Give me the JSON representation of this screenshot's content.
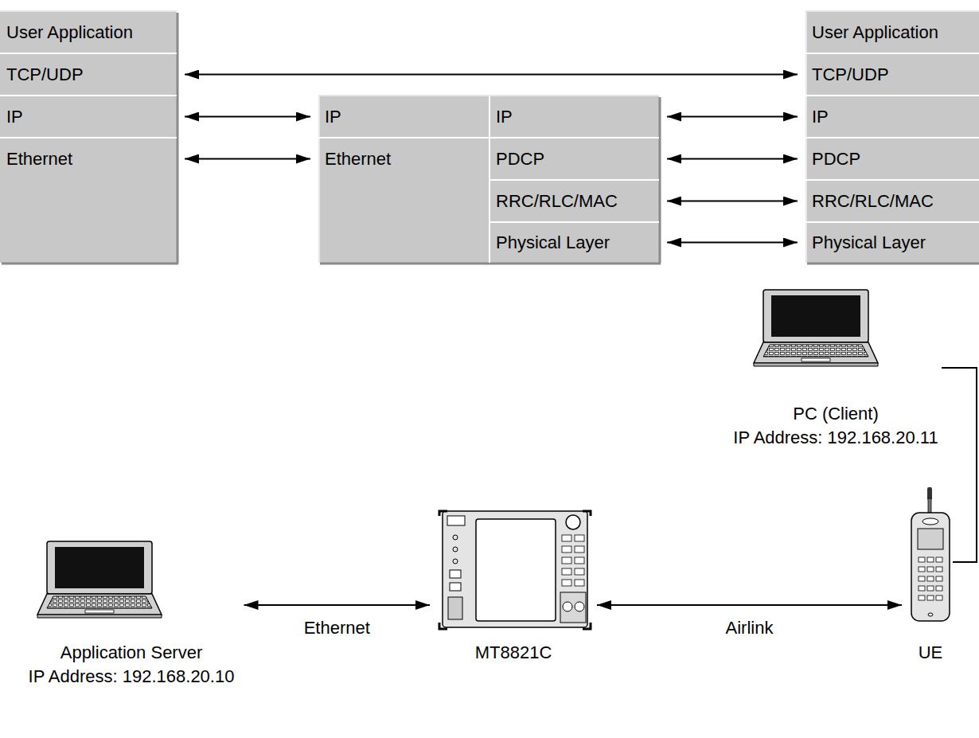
{
  "diagram": {
    "nodes": [
      {
        "text": [
          "User Application"
        ]
      },
      {
        "text": [
          "TCP/UDP"
        ]
      },
      {
        "text": [
          "IP"
        ]
      },
      {
        "text": [
          "Ethernet"
        ]
      },
      {
        "text": [
          "IP"
        ]
      },
      {
        "text": [
          "IP"
        ]
      },
      {
        "text": [
          "Ethernet"
        ]
      },
      {
        "text": [
          "PDCP"
        ]
      },
      {
        "text": [
          "RRC/RLC/MAC"
        ]
      },
      {
        "text": [
          "Physical Layer"
        ]
      },
      {
        "text": [
          "User Application"
        ]
      },
      {
        "text": [
          "TCP/UDP"
        ]
      },
      {
        "text": [
          "IP"
        ]
      },
      {
        "text": [
          "PDCP"
        ]
      },
      {
        "text": [
          "RRC/RLC/MAC"
        ]
      },
      {
        "text": [
          "Physical Layer"
        ]
      },
      {
        "text": [
          "PC (Client)",
          "IP Address: 192.168.20.11"
        ]
      },
      {
        "text": [
          "Application Server",
          "IP Address: 192.168.20.10"
        ]
      },
      {
        "text": [
          "MT8821C"
        ]
      },
      {
        "text": [
          "UE"
        ]
      }
    ],
    "edges": [
      {
        "from": 1,
        "to": 11,
        "arrow": "both"
      },
      {
        "from": 2,
        "to": 4,
        "arrow": "both"
      },
      {
        "from": 3,
        "to": 6,
        "arrow": "both"
      },
      {
        "from": 5,
        "to": 12,
        "arrow": "both"
      },
      {
        "from": 7,
        "to": 13,
        "arrow": "both"
      },
      {
        "from": 8,
        "to": 14,
        "arrow": "both"
      },
      {
        "from": 9,
        "to": 15,
        "arrow": "both"
      },
      {
        "from": 17,
        "to": 18,
        "label": "Ethernet",
        "arrow": "both"
      },
      {
        "from": 18,
        "to": 19,
        "label": "Airlink",
        "arrow": "both"
      },
      {
        "from": 16,
        "to": 19,
        "arrow": "none"
      }
    ]
  }
}
